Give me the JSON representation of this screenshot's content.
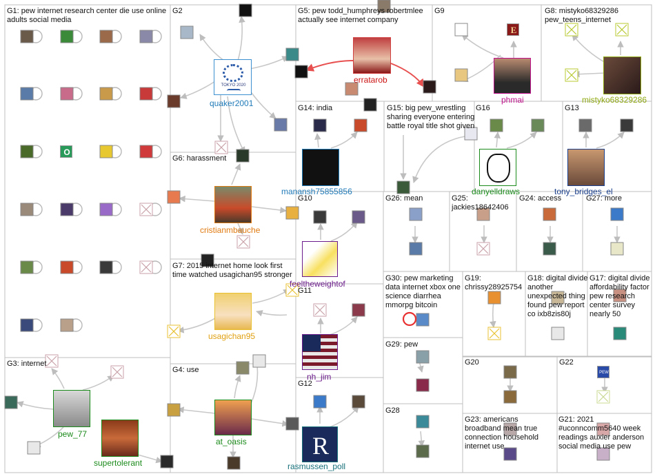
{
  "groups": {
    "g1": "G1: pew internet research center die use online adults social media",
    "g2": "G2",
    "g3": "G3: internet",
    "g4": "G4: use",
    "g5": "G5: pew todd_humphreys robertmlee actually see internet company",
    "g6": "G6: harassment",
    "g7": "G7: 2015 internet home look first time watched usagichan95 stronger",
    "g8": "G8: mistyko68329286 pew_teens_internet",
    "g9": "G9",
    "g10": "G10",
    "g11": "G11",
    "g12": "G12",
    "g13": "G13",
    "g14": "G14: india",
    "g15": "G15: big pew_wrestling sharing everyone entering battle royal title shot given",
    "g16": "G16",
    "g17": "G17: digital divide affordability factor pew research center survey nearly 50",
    "g18": "G18: digital divide another unexpected thing found pew report co ixb8zis80j",
    "g19": "G19: chrissy28925754",
    "g20": "G20",
    "g21": "G21: 2021 #uconncomm5640 week readings auxier anderson social media use pew",
    "g22": "G22",
    "g23": "G23: americans broadband mean true connection household internet use",
    "g24": "G24: access",
    "g25": "G25: jackies18642406",
    "g26": "G26: mean",
    "g27": "G27: more",
    "g28": "G28",
    "g29": "G29: pew",
    "g30": "G30: pew marketing data internet xbox one science diarrhea mmorpg bitcoin"
  },
  "labels": {
    "quaker": "quaker2001",
    "errata": "erratarob",
    "phmai": "phmai",
    "misty": "mistyko68329286",
    "cristian": "cristianmbauche",
    "usagi": "usagichan95",
    "feel": "feeltheweightof",
    "manansh": "manansh75855856",
    "danyell": "danyelldraws",
    "tony": "tony_bridges_el",
    "nhjim": "nh_jim",
    "pew77": "pew_77",
    "super": "supertolerant",
    "atoasis": "at_oasis",
    "rasmussen": "rasmussen_poll"
  },
  "icons": {
    "tokyo": "TOKYO 2020",
    "r_logo": "R",
    "e_logo": "E",
    "o_logo": "O",
    "pew_logo": "PEW"
  },
  "colors": {
    "label_blue": "#1f7ab8",
    "label_orange": "#e07a10",
    "label_red": "#cc1111",
    "label_magenta": "#c0108c",
    "label_olive": "#8faa12",
    "label_navy": "#1a3f8c",
    "label_green": "#1a8a1a",
    "label_purple": "#6a1a8a",
    "label_teal": "#16707a",
    "red_edge": "#e85050"
  }
}
